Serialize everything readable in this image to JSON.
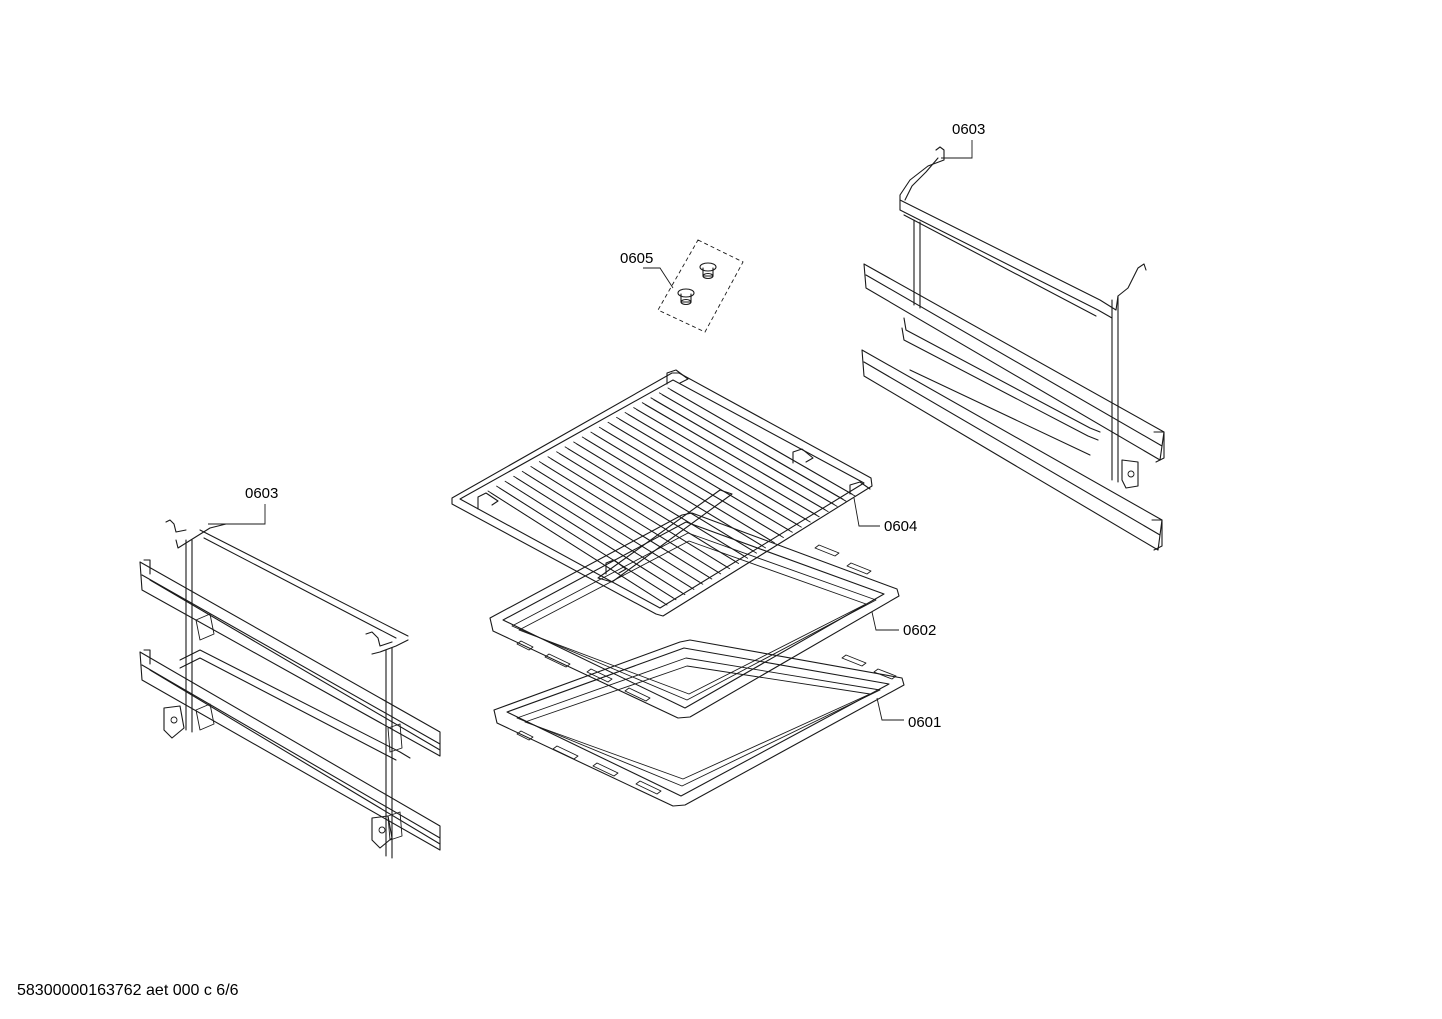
{
  "callouts": {
    "shelf_support_right": "0603",
    "fixing_screws": "0605",
    "wire_rack": "0604",
    "baking_tray": "0602",
    "universal_pan": "0601",
    "shelf_support_left": "0603"
  },
  "footer_text": "58300000163762 aet 000 c 6/6"
}
